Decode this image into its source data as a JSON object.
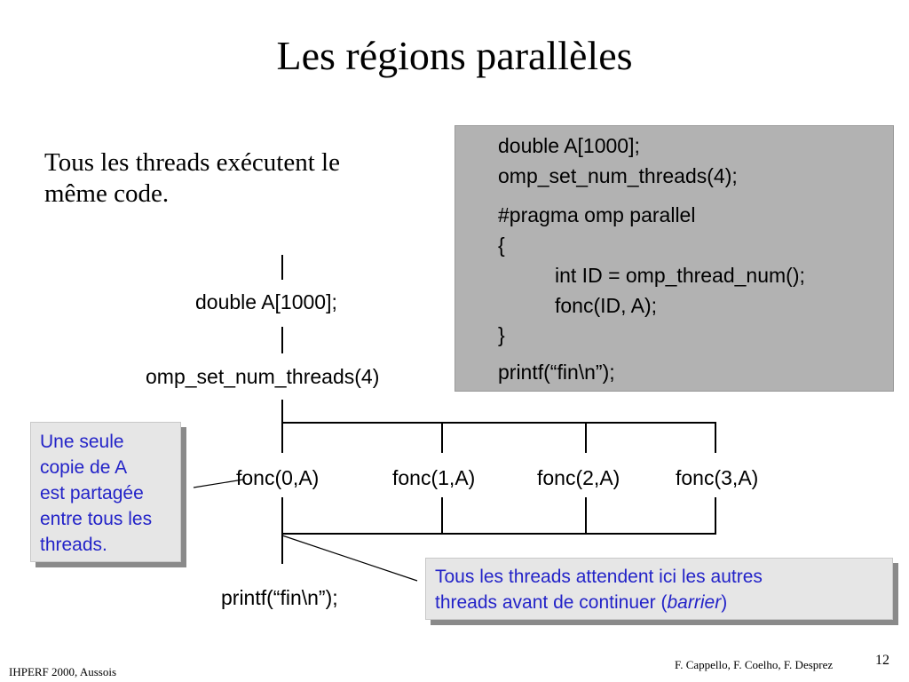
{
  "slide": {
    "title": "Les régions parallèles",
    "intro_line1": "Tous les threads exécutent le",
    "intro_line2": "même code."
  },
  "code_block": {
    "lines": [
      "double A[1000];",
      "omp_set_num_threads(4);",
      "#pragma omp parallel",
      "{",
      "int ID = omp_thread_num();",
      "fonc(ID, A);",
      "}",
      "printf(“fin\\n”);"
    ]
  },
  "flow": {
    "step_double": "double A[1000];",
    "step_set_threads": "omp_set_num_threads(4)",
    "fonc_calls": [
      "fonc(0,A)",
      "fonc(1,A)",
      "fonc(2,A)",
      "fonc(3,A)"
    ],
    "step_printf": "printf(“fin\\n”);"
  },
  "notes": {
    "shared_copy": [
      "Une seule",
      "copie de A",
      "est partagée",
      "entre tous les",
      "threads."
    ],
    "barrier_line1": "Tous les threads attendent ici  les autres",
    "barrier_line2_prefix": "threads avant de continuer (",
    "barrier_italic": "barrier",
    "barrier_suffix": ")"
  },
  "footer": {
    "left": "IHPERF 2000, Aussois",
    "authors": "F. Cappello, F. Coelho, F. Desprez",
    "page_number": "12"
  },
  "colors": {
    "code_background": "#b2b2b2",
    "note_background": "#e6e6e6",
    "note_text": "#2323c8"
  }
}
